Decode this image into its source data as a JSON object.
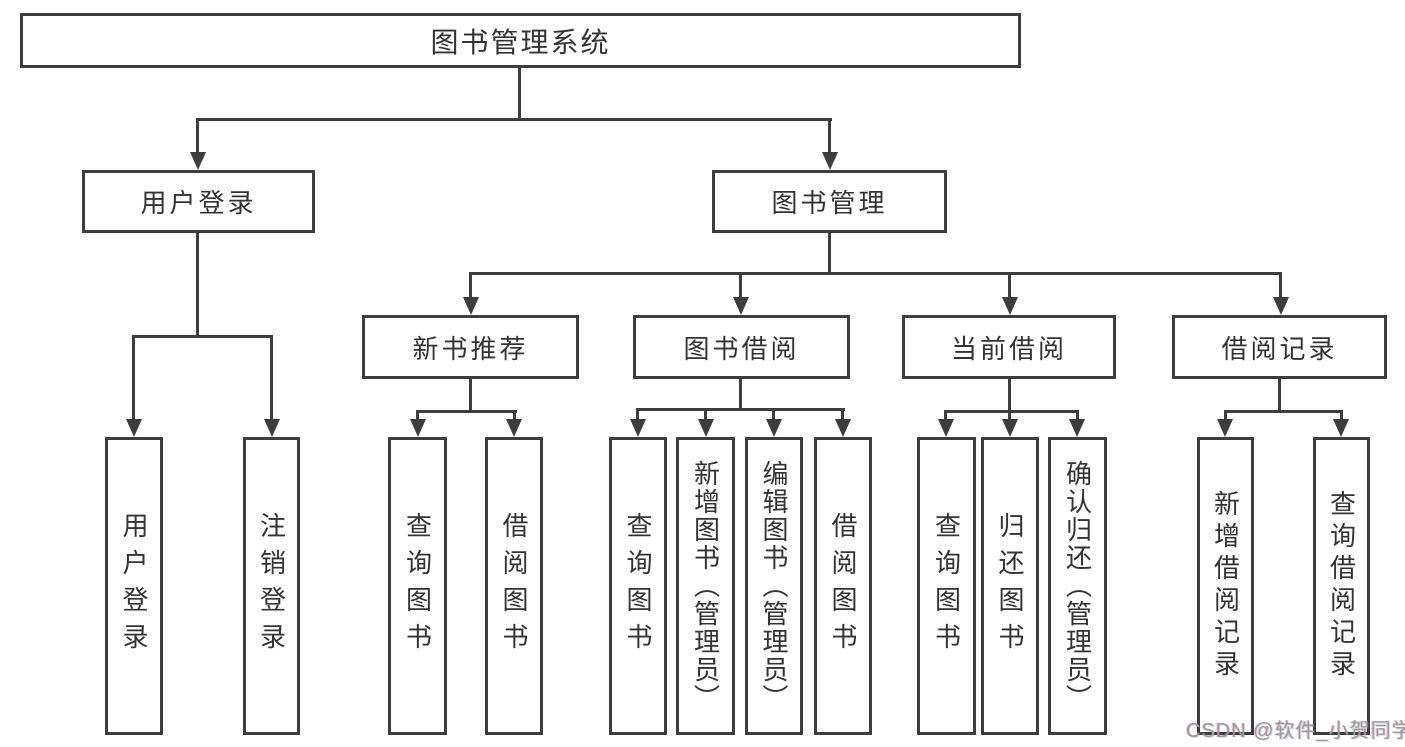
{
  "colors": {
    "line": "#3d3d3d",
    "text": "#333333",
    "box_background": "#ffffff",
    "watermark": "#9b9b9b"
  },
  "watermark": {
    "text": "CSDN @软件_小贺同学"
  },
  "tree": {
    "root": {
      "label": "图书管理系统",
      "children": [
        {
          "label": "用户登录",
          "children": [
            {
              "label": "用户登录"
            },
            {
              "label": "注销登录"
            }
          ]
        },
        {
          "label": "图书管理",
          "children": [
            {
              "label": "新书推荐",
              "children": [
                {
                  "label": "查询图书"
                },
                {
                  "label": "借阅图书"
                }
              ]
            },
            {
              "label": "图书借阅",
              "children": [
                {
                  "label": "查询图书"
                },
                {
                  "label": "新增图书（管理员）"
                },
                {
                  "label": "编辑图书（管理员）"
                },
                {
                  "label": "借阅图书"
                }
              ]
            },
            {
              "label": "当前借阅",
              "children": [
                {
                  "label": "查询图书"
                },
                {
                  "label": "归还图书"
                },
                {
                  "label": "确认归还（管理员）"
                }
              ]
            },
            {
              "label": "借阅记录",
              "children": [
                {
                  "label": "新增借阅记录"
                },
                {
                  "label": "查询借阅记录"
                }
              ]
            }
          ]
        }
      ]
    }
  }
}
